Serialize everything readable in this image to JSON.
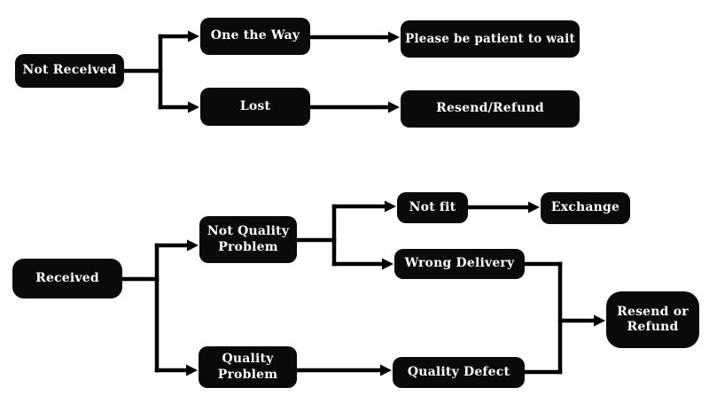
{
  "diagram": {
    "type": "flowchart",
    "colors": {
      "background": "#ffffff",
      "node_fill": "#0a0a0a",
      "node_text": "#ffffff",
      "connector": "#000000"
    }
  },
  "nodes": {
    "not_received": "Not Received",
    "one_the_way": "One the Way",
    "please_be_patient": "Please be patient to wait",
    "lost": "Lost",
    "resend_refund": "Resend/Refund",
    "received": "Received",
    "not_quality_problem": "Not Quality Problem",
    "quality_problem": "Quality Problem",
    "not_fit": "Not fit",
    "exchange": "Exchange",
    "wrong_delivery": "Wrong Delivery",
    "quality_defect": "Quality Defect",
    "resend_or_refund": "Resend or Refund"
  },
  "edges": [
    {
      "from": "Not Received",
      "to": "One the Way"
    },
    {
      "from": "Not Received",
      "to": "Lost"
    },
    {
      "from": "One the Way",
      "to": "Please be patient to wait"
    },
    {
      "from": "Lost",
      "to": "Resend/Refund"
    },
    {
      "from": "Received",
      "to": "Not Quality Problem"
    },
    {
      "from": "Received",
      "to": "Quality Problem"
    },
    {
      "from": "Not Quality Problem",
      "to": "Not fit"
    },
    {
      "from": "Not Quality Problem",
      "to": "Wrong Delivery"
    },
    {
      "from": "Not fit",
      "to": "Exchange"
    },
    {
      "from": "Quality Problem",
      "to": "Quality Defect"
    },
    {
      "from": "Wrong Delivery",
      "to": "Resend or Refund"
    },
    {
      "from": "Quality Defect",
      "to": "Resend or Refund"
    }
  ]
}
